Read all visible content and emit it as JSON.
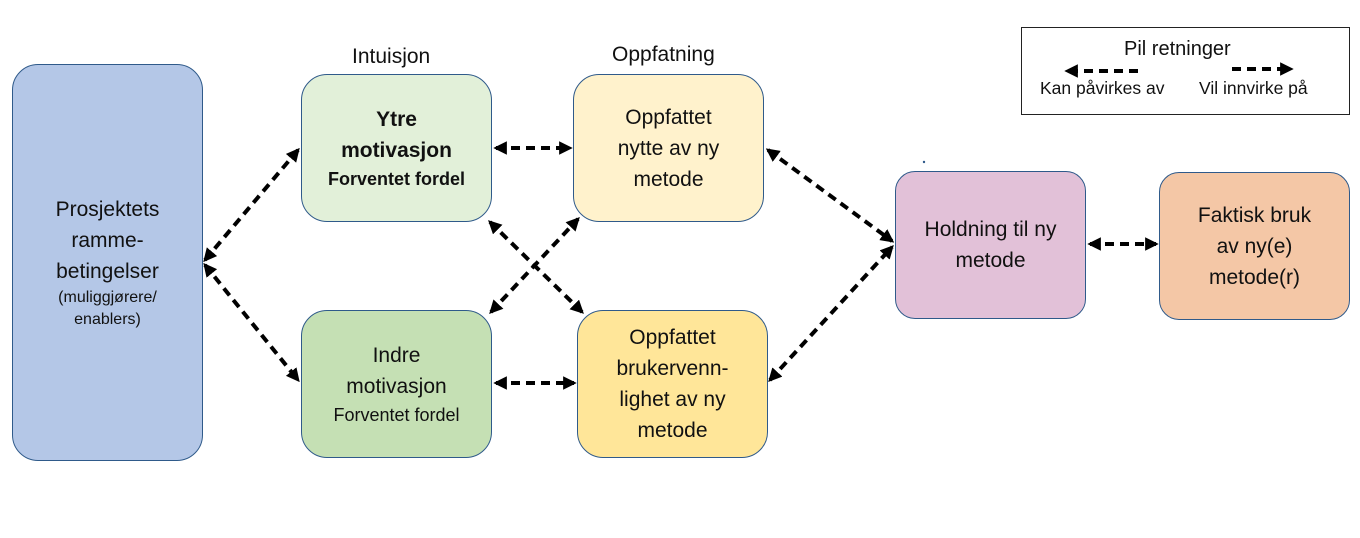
{
  "headings": {
    "intuisjon": "Intuisjon",
    "oppfatning": "Oppfatning"
  },
  "nodes": {
    "ramme": {
      "lines": [
        "Prosjektets",
        "ramme-",
        "betingelser"
      ],
      "sub_lines": [
        "(muliggjørere/",
        "enablers)"
      ],
      "color": "#b4c7e7"
    },
    "ytre": {
      "lines": [
        "Ytre",
        "motivasjon"
      ],
      "sub_lines": [
        "Forventet fordel"
      ],
      "color": "#e2f0d9"
    },
    "indre": {
      "lines": [
        "Indre",
        "motivasjon"
      ],
      "sub_lines": [
        "Forventet fordel"
      ],
      "color": "#c5e0b4"
    },
    "nytte": {
      "lines": [
        "Oppfattet",
        "nytte av ny",
        "metode"
      ],
      "color": "#fff2cc"
    },
    "bruker": {
      "lines": [
        "Oppfattet",
        "brukervenn-",
        "lighet av ny",
        "metode"
      ],
      "color": "#ffe699"
    },
    "holdning": {
      "lines": [
        "Holdning til ny",
        "metode"
      ],
      "color": "#e2c1d8"
    },
    "faktisk": {
      "lines": [
        "Faktisk bruk",
        "av ny(e)",
        "metode(r)"
      ],
      "color": "#f4c7a6"
    }
  },
  "legend": {
    "title": "Pil retninger",
    "left_label": "Kan påvirkes av",
    "right_label": "Vil innvirke på"
  },
  "colors": {
    "arrow": "#000000",
    "box_border": "#2f5a8a"
  }
}
